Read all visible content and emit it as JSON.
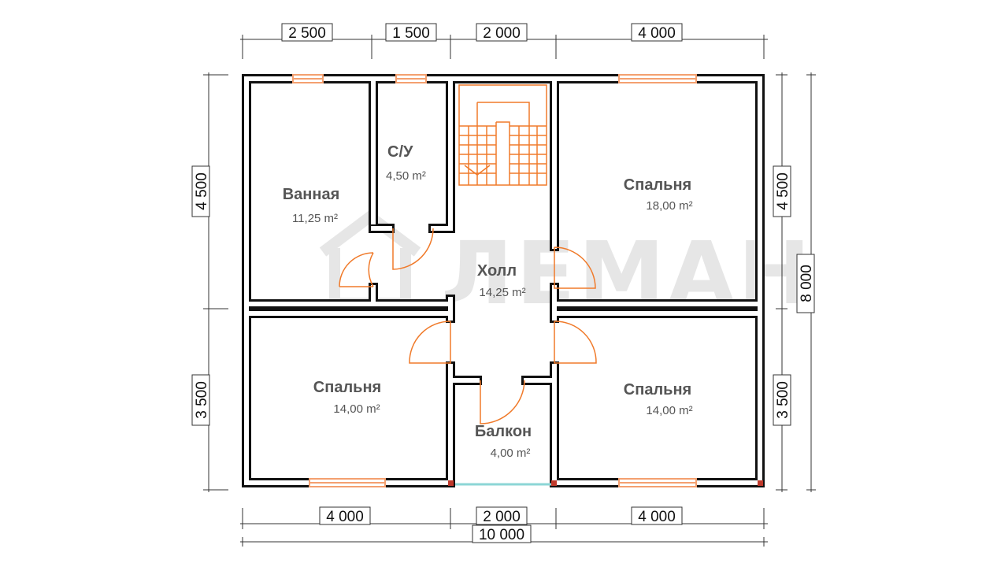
{
  "watermark": {
    "brand": "ЛЕМАН"
  },
  "dimensions": {
    "top": [
      "2 500",
      "1 500",
      "2 000",
      "4 000"
    ],
    "bottom": [
      "4 000",
      "2 000",
      "4 000"
    ],
    "total_width": "10 000",
    "left": [
      "4 500",
      "3 500"
    ],
    "right": [
      "4 500",
      "3 500"
    ],
    "total_height": "8 000"
  },
  "rooms": [
    {
      "name": "Ванная",
      "area": "11,25 m²"
    },
    {
      "name": "С/У",
      "area": "4,50 m²"
    },
    {
      "name": "Спальня",
      "area": "18,00 m²"
    },
    {
      "name": "Холл",
      "area": "14,25 m²"
    },
    {
      "name": "Спальня",
      "area": "14,00 m²"
    },
    {
      "name": "Спальня",
      "area": "14,00 m²"
    },
    {
      "name": "Балкон",
      "area": "4,00 m²"
    }
  ],
  "colors": {
    "wall": "#111111",
    "wall_fill": "#ffffff",
    "door": "#f07a2a",
    "stairs": "#f07a2a",
    "window": "#f4a070",
    "balcony_glass": "#8cd6d6",
    "dim_line": "#333333"
  }
}
